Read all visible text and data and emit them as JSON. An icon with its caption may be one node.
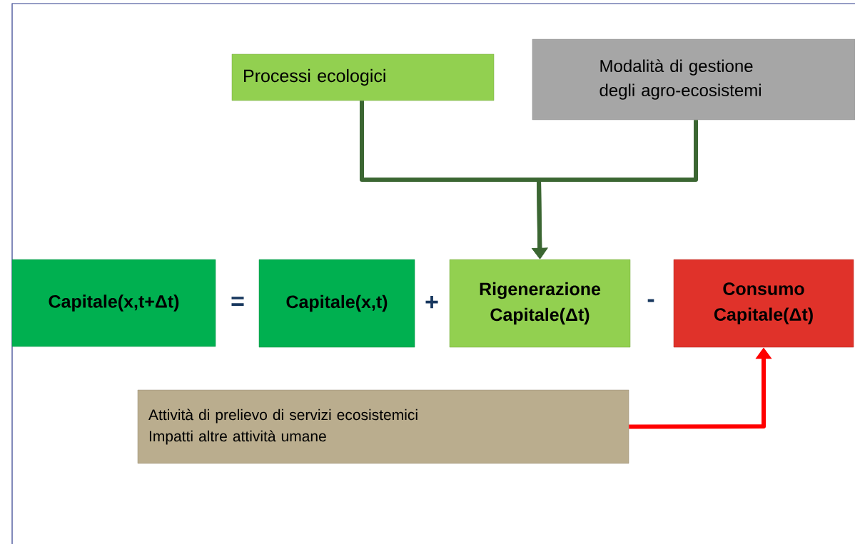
{
  "diagram": {
    "nodes": [
      {
        "text": [
          "Processi ecologici"
        ]
      },
      {
        "text": [
          "Modalità di gestione degli agro-ecosistemi"
        ]
      },
      {
        "text": [
          "Capitale(x,t+Δt)"
        ]
      },
      {
        "text": [
          "Capitale(x,t)"
        ]
      },
      {
        "text": [
          "Rigenerazione Capitale(Δt)"
        ]
      },
      {
        "text": [
          "Consumo Capitale(Δt)"
        ]
      },
      {
        "text": [
          "Attività di prelievo di servizi ecosistemici",
          "Impatti altre attività umane"
        ]
      }
    ],
    "edges": [
      {
        "from": 0,
        "to": 4,
        "arrow": "to"
      },
      {
        "from": 1,
        "to": 4,
        "arrow": "to"
      },
      {
        "from": 6,
        "to": 5,
        "arrow": "to",
        "color": "#ff0000"
      }
    ],
    "labels": [
      "=",
      "+",
      "-"
    ]
  }
}
